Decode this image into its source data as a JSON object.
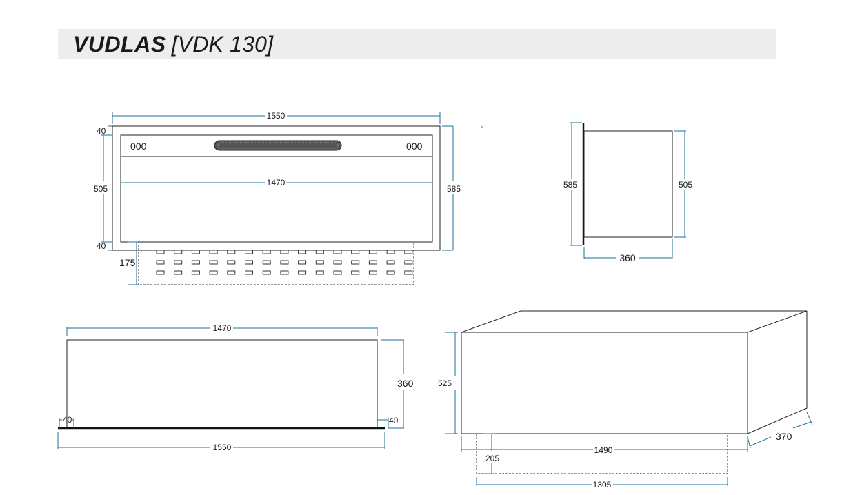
{
  "header": {
    "model_name": "VUDLAS",
    "model_code": "[VDK 130]"
  },
  "dimensions": {
    "front": {
      "overall_width": "1550",
      "inner_width": "1470",
      "top_border": "40",
      "bottom_border": "40",
      "inner_height": "505",
      "overall_height": "585",
      "vent_height": "175",
      "left_control_label": "000",
      "right_control_label": "000"
    },
    "side": {
      "total_height": "585",
      "body_height": "505",
      "depth": "360"
    },
    "top": {
      "inner_width": "1470",
      "overall_width": "1550",
      "depth": "360",
      "left_flange": "40",
      "right_flange": "40"
    },
    "isometric": {
      "height": "525",
      "width": "1490",
      "depth": "370",
      "vent_height": "205",
      "vent_width": "1305"
    }
  },
  "colors": {
    "dimension_line": "#1f6f9a",
    "outline": "#222222",
    "title_bar": "#ededed"
  }
}
